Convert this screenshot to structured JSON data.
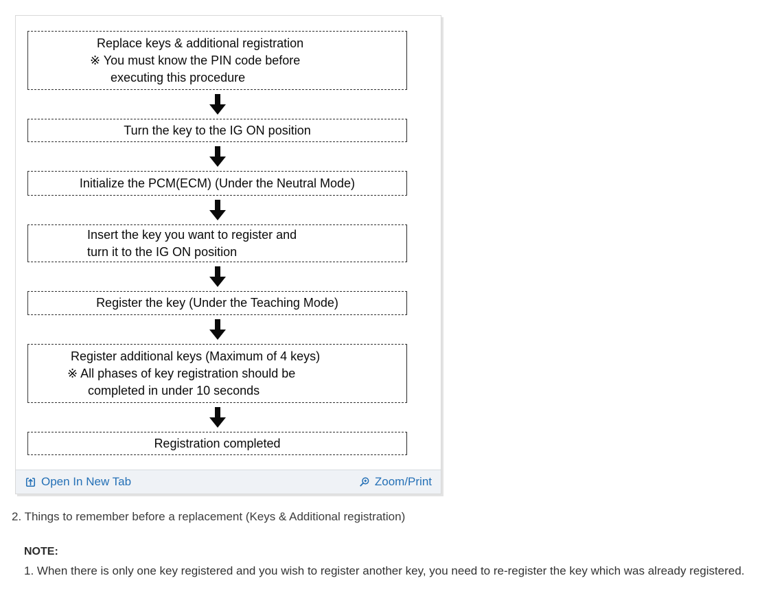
{
  "colors": {
    "link": "#2470b6"
  },
  "flowchart": {
    "steps": [
      {
        "lines": [
          "  Replace keys & additional registration",
          "※ You must know the PIN code before",
          "      executing this procedure"
        ]
      },
      {
        "lines": [
          "Turn the key to the IG ON position"
        ]
      },
      {
        "lines": [
          "Initialize the PCM(ECM) (Under the Neutral Mode)"
        ]
      },
      {
        "lines": [
          "Insert the key you want to register and",
          "turn it to the IG ON position"
        ]
      },
      {
        "lines": [
          "Register the key (Under the Teaching Mode)"
        ]
      },
      {
        "lines": [
          " Register additional keys (Maximum of 4 keys)",
          "※ All phases of key registration should be",
          "      completed in under 10 seconds"
        ]
      },
      {
        "lines": [
          "Registration completed"
        ]
      }
    ]
  },
  "panel_footer": {
    "open_label": "Open In New Tab",
    "zoom_label": "Zoom/Print"
  },
  "section": {
    "heading": "2. Things to remember before a replacement (Keys & Additional registration)",
    "note_label": "NOTE:",
    "note_item_1": "1. When there is only one key registered and you wish to register another key, you need to re-register the key which was already registered."
  }
}
